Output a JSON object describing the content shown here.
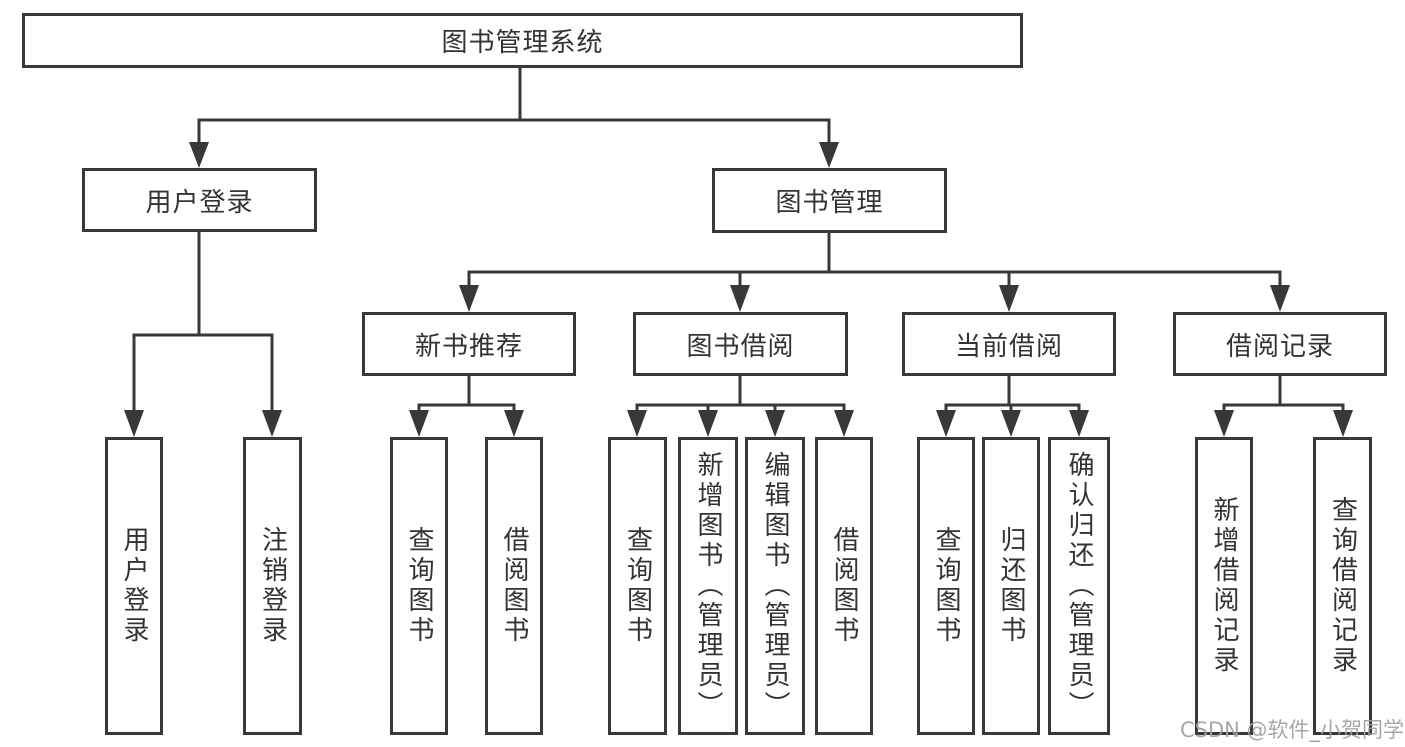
{
  "diagram_title": "图书管理系统",
  "tree": {
    "label": "图书管理系统",
    "children": [
      {
        "label": "用户登录",
        "children": [
          {
            "label": "用户登录"
          },
          {
            "label": "注销登录"
          }
        ]
      },
      {
        "label": "图书管理",
        "children": [
          {
            "label": "新书推荐",
            "children": [
              {
                "label": "查询图书"
              },
              {
                "label": "借阅图书"
              }
            ]
          },
          {
            "label": "图书借阅",
            "children": [
              {
                "label": "查询图书"
              },
              {
                "label": "新增图书（管理员）"
              },
              {
                "label": "编辑图书（管理员）"
              },
              {
                "label": "借阅图书"
              }
            ]
          },
          {
            "label": "当前借阅",
            "children": [
              {
                "label": "查询图书"
              },
              {
                "label": "归还图书"
              },
              {
                "label": "确认归还（管理员）"
              }
            ]
          },
          {
            "label": "借阅记录",
            "children": [
              {
                "label": "新增借阅记录"
              },
              {
                "label": "查询借阅记录"
              }
            ]
          }
        ]
      }
    ]
  },
  "watermark": "CSDN @软件_小贺同学",
  "colors": {
    "line": "#383838",
    "text": "#333333",
    "watermark": "#a0a0a0",
    "background": "#ffffff"
  }
}
